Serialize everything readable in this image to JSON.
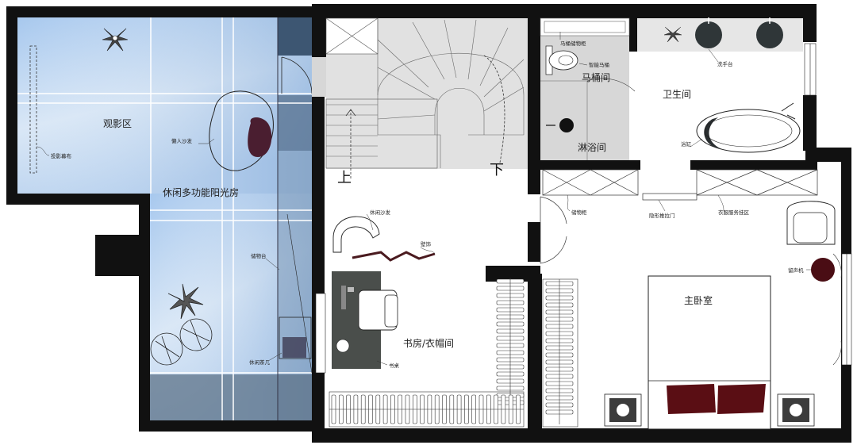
{
  "labels": {
    "viewing_area": "观影区",
    "leisure_sunroom": "休闲多功能阳光房",
    "study_cloakroom": "书房/衣帽间",
    "master_bedroom": "主卧室",
    "bathroom": "卫生间",
    "toilet_room": "马桶间",
    "shower_room": "淋浴间",
    "stairs_up": "上",
    "stairs_down": "下"
  },
  "annotations": {
    "projection_screen": "投影幕布",
    "lazy_sofa": "懒人沙发",
    "storage_table": "储物台",
    "leisure_coffee_table": "休闲茶几",
    "leisure_sofa": "休闲沙发",
    "wall_hanging": "壁饰",
    "desk": "书桌",
    "storage_cabinet": "储物柜",
    "hidden_sliding_door": "隐形推拉门",
    "wardrobe_area": "衣服服务挂区",
    "gramophone": "留声机",
    "wash_basin": "洗手台",
    "bathtub": "浴缸",
    "toilet_storage": "马桶储物柜",
    "toilet_wall": "智能马桶"
  },
  "colors": {
    "wall": "#111111",
    "sunroom_glass": "#c9ddf2",
    "sunroom_glass_deep": "#9cc2ea",
    "wet_area": "#d6d6d6",
    "cabinet_fill": "#3a3a3a",
    "desk_fill": "#4a4e4b",
    "bedding_accent": "#5a0e14",
    "sofa_accent": "#4a1e30"
  }
}
